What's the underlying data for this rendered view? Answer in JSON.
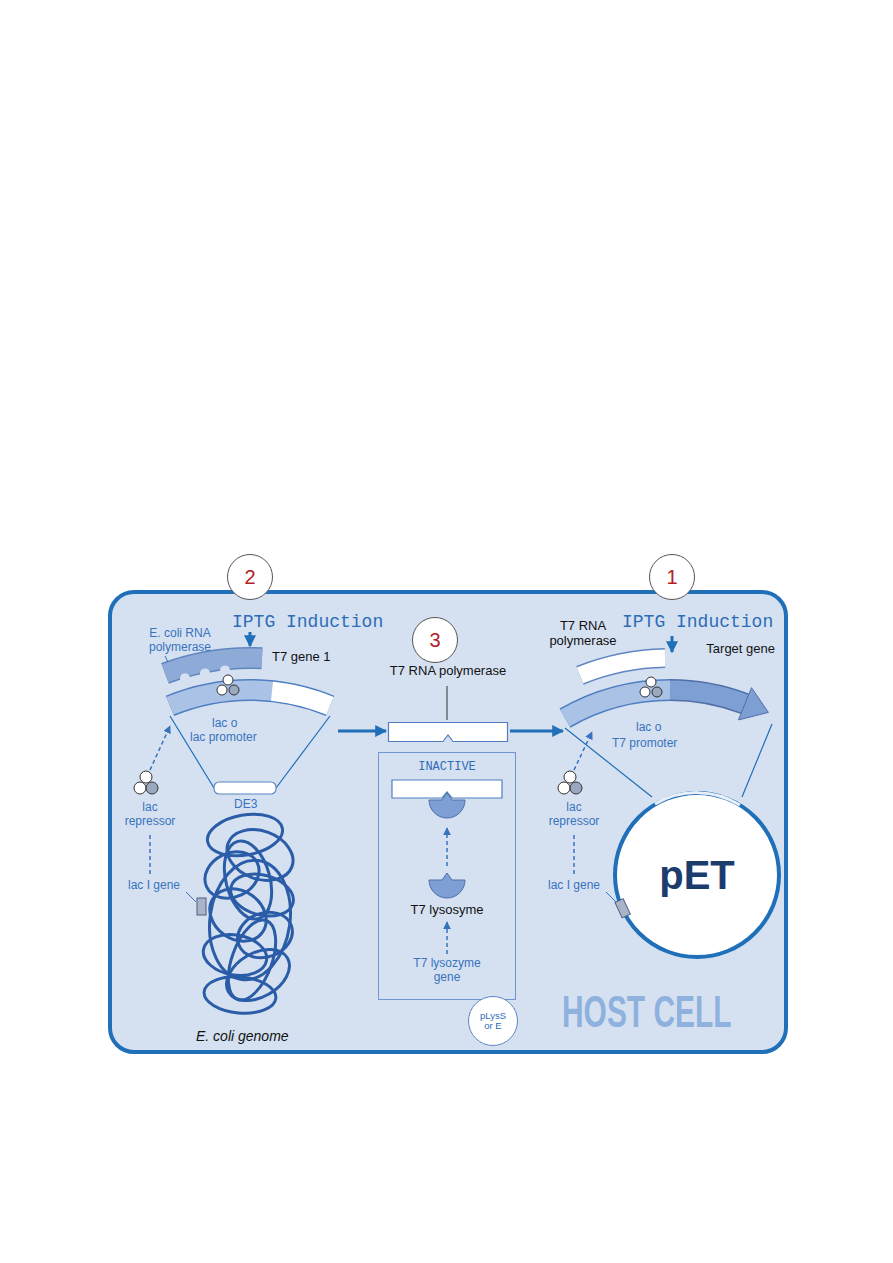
{
  "diagram": {
    "nodes": [
      {
        "text": [
          "HOST CELL"
        ]
      },
      {
        "text": [
          "2"
        ]
      },
      {
        "text": [
          "1"
        ]
      },
      {
        "text": [
          "3"
        ],
        "in": 0
      },
      {
        "text": [
          "T7 gene 1"
        ],
        "in": 0
      },
      {
        "text": [
          "T7 RNA polymerase"
        ],
        "in": 0
      },
      {
        "text": [
          "INACTIVE"
        ],
        "in": 0
      },
      {
        "text": [
          "pLysS or E"
        ],
        "in": 6
      },
      {
        "text": [
          "Target gene"
        ],
        "in": 0
      },
      {
        "text": [
          "pET"
        ],
        "in": 0
      }
    ],
    "edges": [
      {
        "from": 4,
        "to": 5,
        "arrow": "to"
      },
      {
        "from": 5,
        "to": 8,
        "arrow": "to"
      }
    ],
    "labels": [
      "IPTG Induction",
      "IPTG Induction",
      "E. coli RNA polymerase",
      "T7 RNA polymerase",
      "lac o",
      "lac promoter",
      "lac o",
      "T7 promoter",
      "DE3",
      "lac repressor",
      "lac repressor",
      "lac I gene",
      "lac I gene",
      "T7 lysosyme",
      "T7 lysozyme gene",
      "E. coli genome"
    ]
  }
}
